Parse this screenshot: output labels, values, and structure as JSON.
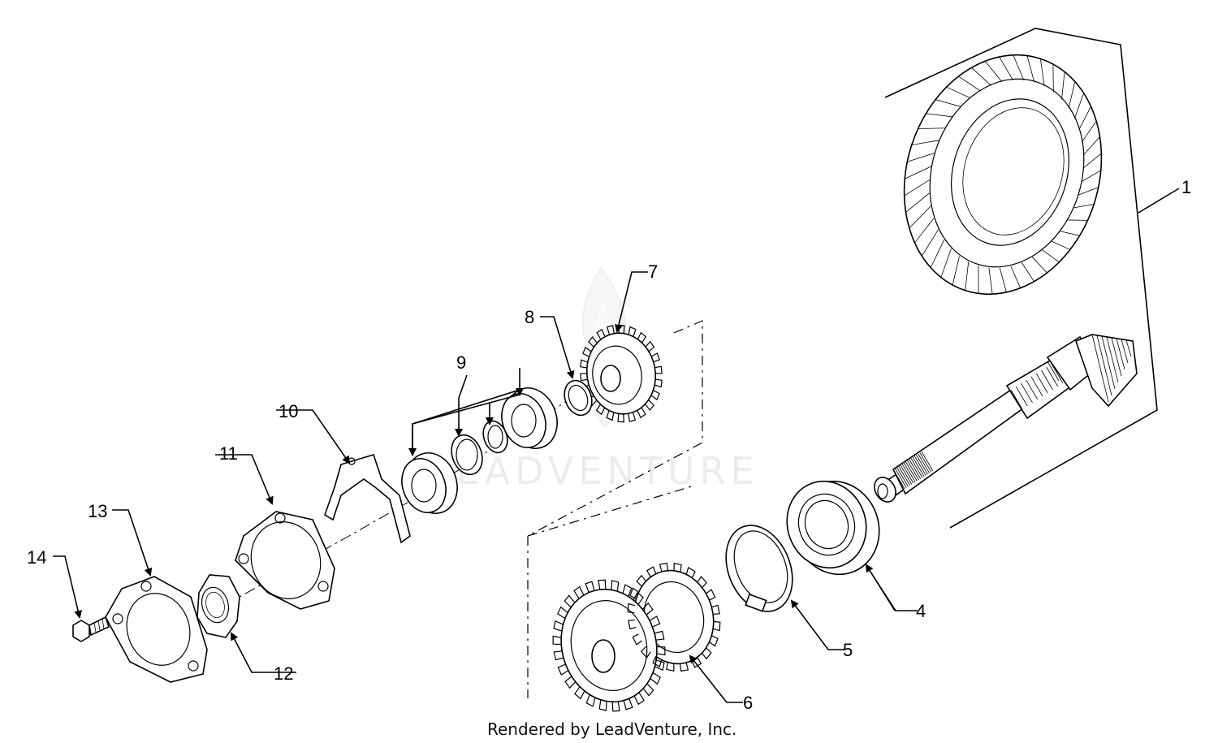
{
  "diagram": {
    "callouts": [
      {
        "id": "1",
        "label": "1"
      },
      {
        "id": "4",
        "label": "4"
      },
      {
        "id": "5",
        "label": "5"
      },
      {
        "id": "6",
        "label": "6"
      },
      {
        "id": "7",
        "label": "7"
      },
      {
        "id": "8",
        "label": "8"
      },
      {
        "id": "9",
        "label": "9"
      },
      {
        "id": "10",
        "label": "10"
      },
      {
        "id": "11",
        "label": "11"
      },
      {
        "id": "12",
        "label": "12"
      },
      {
        "id": "13",
        "label": "13"
      },
      {
        "id": "14",
        "label": "14"
      }
    ],
    "watermark": "LEADVENTURE",
    "footer": "Rendered by LeadVenture, Inc."
  }
}
